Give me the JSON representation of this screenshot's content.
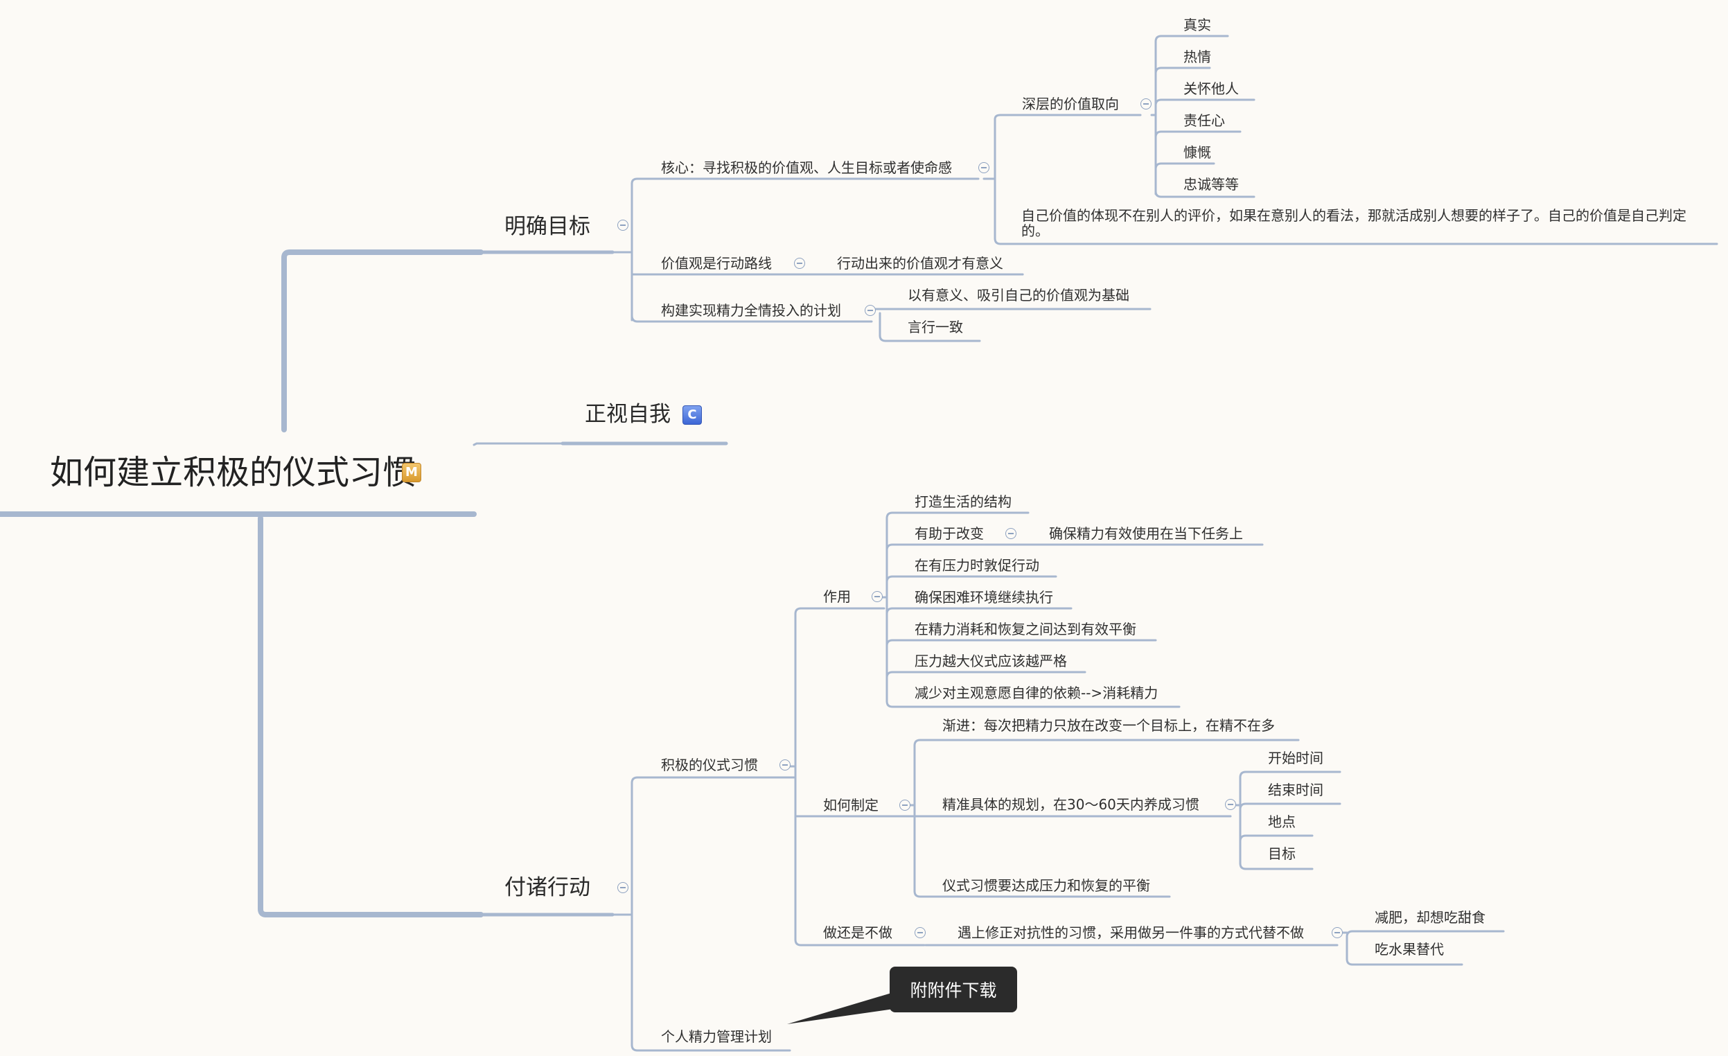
{
  "root": {
    "text": "如何建立积极的仪式习惯",
    "badge": "M"
  },
  "branches": [
    {
      "text": "明确目标",
      "children": [
        {
          "text": "核心：寻找积极的价值观、人生目标或者使命感",
          "children": [
            {
              "text": "深层的价值取向",
              "children": [
                {
                  "text": "真实"
                },
                {
                  "text": "热情"
                },
                {
                  "text": "关怀他人"
                },
                {
                  "text": "责任心"
                },
                {
                  "text": "慷慨"
                },
                {
                  "text": "忠诚等等"
                }
              ]
            },
            {
              "text": "自己价值的体现不在别人的评价，如果在意别人的看法，那就活成别人想要的样子了。自己的价值是自己判定的。"
            }
          ]
        },
        {
          "text": "价值观是行动路线",
          "children": [
            {
              "text": "行动出来的价值观才有意义"
            }
          ]
        },
        {
          "text": "构建实现精力全情投入的计划",
          "children": [
            {
              "text": "以有意义、吸引自己的价值观为基础"
            },
            {
              "text": "言行一致"
            }
          ]
        }
      ]
    },
    {
      "text": "正视自我",
      "badge": "C"
    },
    {
      "text": "付诸行动",
      "children": [
        {
          "text": "积极的仪式习惯",
          "children": [
            {
              "text": "作用",
              "children": [
                {
                  "text": "打造生活的结构"
                },
                {
                  "text": "有助于改变",
                  "children": [
                    {
                      "text": "确保精力有效使用在当下任务上"
                    }
                  ]
                },
                {
                  "text": "在有压力时敦促行动"
                },
                {
                  "text": "确保困难环境继续执行"
                },
                {
                  "text": "在精力消耗和恢复之间达到有效平衡"
                },
                {
                  "text": "压力越大仪式应该越严格"
                },
                {
                  "text": "减少对主观意愿自律的依赖-->消耗精力"
                }
              ]
            },
            {
              "text": "如何制定",
              "children": [
                {
                  "text": "渐进：每次把精力只放在改变一个目标上，在精不在多"
                },
                {
                  "text": "精准具体的规划，在30～60天内养成习惯",
                  "children": [
                    {
                      "text": "开始时间"
                    },
                    {
                      "text": "结束时间"
                    },
                    {
                      "text": "地点"
                    },
                    {
                      "text": "目标"
                    }
                  ]
                },
                {
                  "text": "仪式习惯要达成压力和恢复的平衡"
                }
              ]
            },
            {
              "text": "做还是不做",
              "children": [
                {
                  "text": "遇上修正对抗性的习惯，采用做另一件事的方式代替不做",
                  "children": [
                    {
                      "text": "减肥，却想吃甜食"
                    },
                    {
                      "text": "吃水果替代"
                    }
                  ]
                }
              ]
            }
          ]
        },
        {
          "text": "个人精力管理计划"
        }
      ]
    }
  ],
  "callout": {
    "text": "附附件下载"
  },
  "colors": {
    "background": "#fcfaf6",
    "line": "#a7b7cf",
    "text": "#2a2a2a",
    "callout_bg": "#2b2b2b"
  }
}
